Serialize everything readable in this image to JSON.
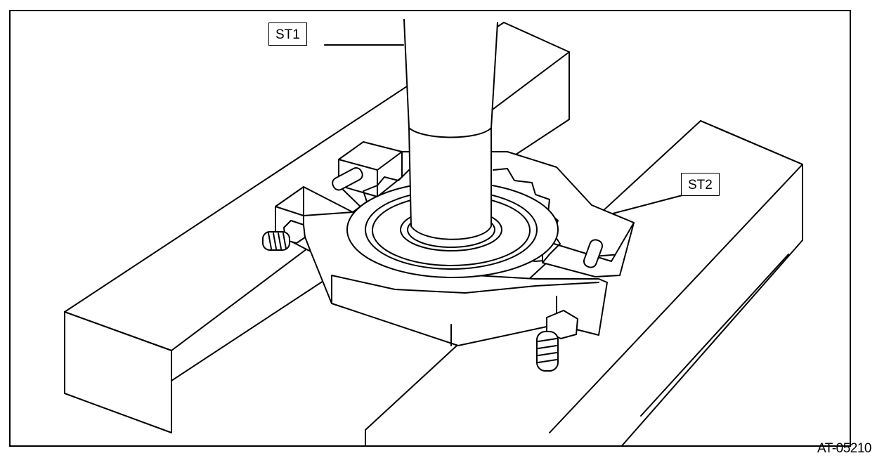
{
  "labels": {
    "st1": "ST1",
    "st2": "ST2"
  },
  "figure_id": "AT-05210",
  "colors": {
    "line": "#000000",
    "fill": "#ffffff"
  }
}
